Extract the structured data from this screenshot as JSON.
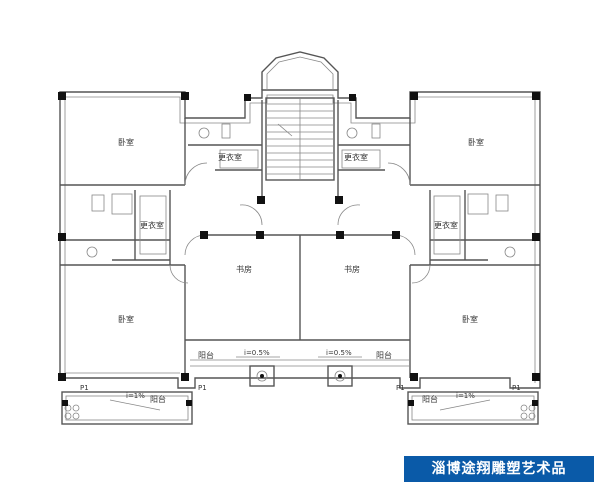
{
  "rooms": {
    "bedroom_tl": "卧室",
    "bedroom_tr": "卧室",
    "bedroom_bl": "卧室",
    "bedroom_br": "卧室",
    "closet_top_left": "更衣室",
    "closet_top_right": "更衣室",
    "closet_mid_left": "更衣室",
    "closet_mid_right": "更衣室",
    "study_left": "书房",
    "study_right": "书房",
    "balcony_left": "阳台",
    "balcony_right": "阳台",
    "terrace_left": "阳台",
    "terrace_right": "阳台"
  },
  "slopes": {
    "left": "i=0.5%",
    "right": "i=0.5%",
    "terrace_left": "i=1%",
    "terrace_right": "i=1%"
  },
  "markers": {
    "p1_a": "P1",
    "p1_b": "P1",
    "p1_c": "P1",
    "p1_d": "P1"
  },
  "watermark": "淄博途翔雕塑艺术品"
}
